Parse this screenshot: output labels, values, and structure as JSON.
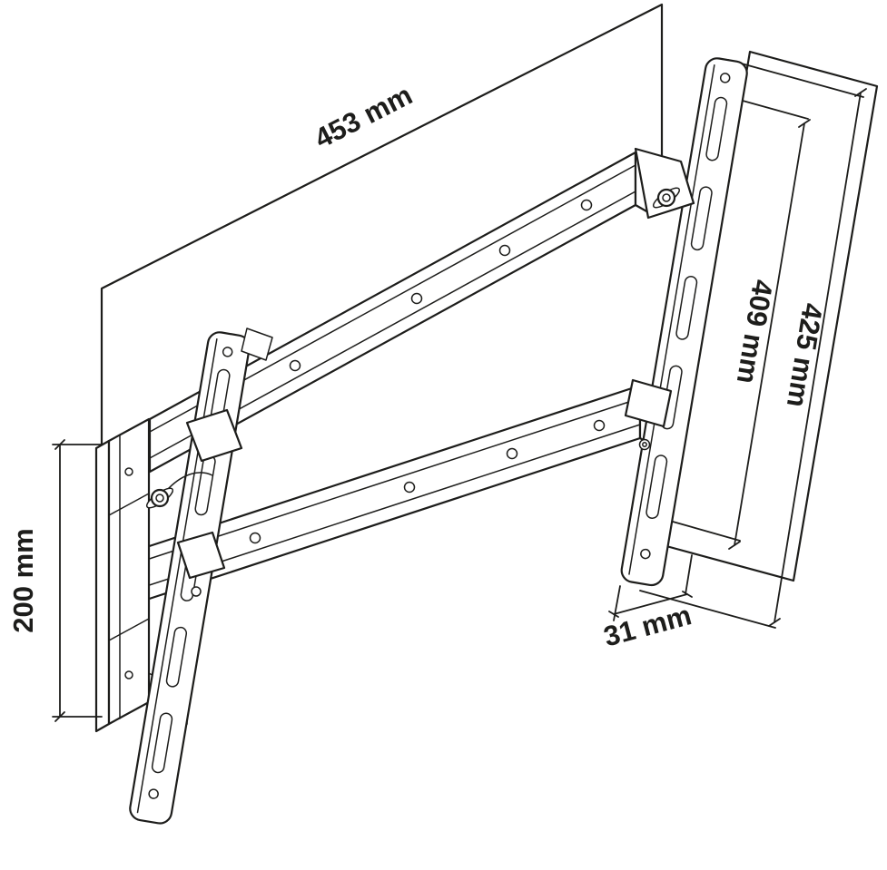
{
  "colors": {
    "ink": "#1d1d1b",
    "paper": "#ffffff"
  },
  "dimensions": {
    "top_width": "453 mm",
    "slot_span": "409 mm",
    "bracket_length": "425 mm",
    "plate_height": "200 mm",
    "depth": "31 mm"
  }
}
